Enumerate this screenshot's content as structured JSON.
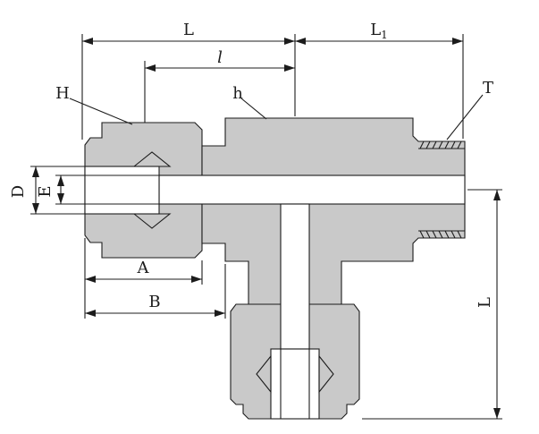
{
  "title": "Tee tube fitting sectional drawing",
  "colors": {
    "background": "#ffffff",
    "line": "#1c1c1c",
    "metal_fill": "#c9c9c9",
    "bore_fill": "#ffffff"
  },
  "dims": {
    "run_left_length": "L",
    "run_right_length_main": "L",
    "run_right_length_sub": "1",
    "ferrule_to_center": "l",
    "nut_hex_flats": "H",
    "body_hex_flats": "h",
    "thread_size": "T",
    "tube_od": "D",
    "tube_id": "E",
    "nut_length": "A",
    "assembly_length": "B",
    "branch_length": "L"
  }
}
